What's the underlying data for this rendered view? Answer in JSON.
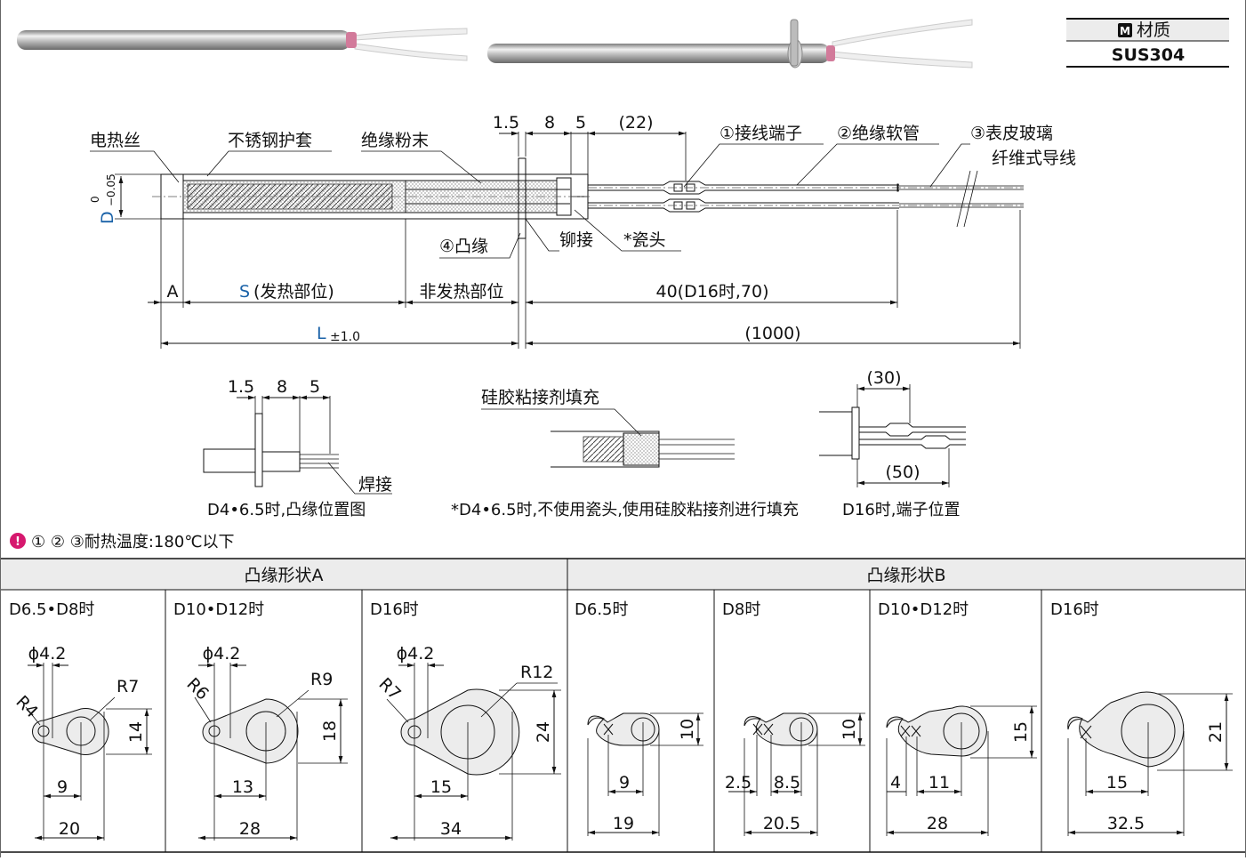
{
  "material_box": {
    "icon": "M",
    "label": "材质",
    "value": "SUS304"
  },
  "main_labels": {
    "heating_wire": "电热丝",
    "sheath": "不锈钢护套",
    "insulation_powder": "绝缘粉末",
    "terminal": "①接线端子",
    "insulated_tube": "②绝缘软管",
    "lead_wire_1": "③表皮玻璃",
    "lead_wire_2": "纤维式导线",
    "flange": "④凸缘",
    "rivet": "铆接",
    "ceramic_head": "*瓷头"
  },
  "main_dims": {
    "d_top": "1.5",
    "d_8": "8",
    "d_5": "5",
    "d_22": "(22)",
    "tol_upper": "0",
    "tol_lower": "−0.05",
    "d_label": "D",
    "a_label": "A",
    "s_letter": "S",
    "s_text": "(发热部位)",
    "non_heating": "非发热部位",
    "d_40": "40(D16时,70)",
    "l_letter": "L",
    "l_tol": "±1.0",
    "d_1000": "(1000)"
  },
  "sub_diagrams": {
    "flange_pos": {
      "d1": "1.5",
      "d2": "8",
      "d3": "5",
      "weld": "焊接",
      "caption": "D4•6.5时,凸缘位置图"
    },
    "silicone": {
      "title": "硅胶粘接剂填充",
      "caption": "*D4•6.5时,不使用瓷头,使用硅胶粘接剂进行填充"
    },
    "terminal_pos": {
      "d30": "(30)",
      "d50": "(50)",
      "caption": "D16时,端子位置"
    }
  },
  "note": {
    "icon": "warning-icon",
    "text": "① ② ③耐热温度:180℃以下"
  },
  "table": {
    "group_a": "凸缘形状A",
    "group_b": "凸缘形状B",
    "cells": [
      {
        "title": "D6.5•D8时",
        "dims": [
          "ϕ4.2",
          "R4",
          "R7",
          "14",
          "9",
          "20"
        ]
      },
      {
        "title": "D10•D12时",
        "dims": [
          "ϕ4.2",
          "R6",
          "R9",
          "18",
          "13",
          "28"
        ]
      },
      {
        "title": "D16时",
        "dims": [
          "ϕ4.2",
          "R7",
          "R12",
          "24",
          "15",
          "34"
        ]
      },
      {
        "title": "D6.5时",
        "dims": [
          "10",
          "9",
          "19"
        ]
      },
      {
        "title": "D8时",
        "dims": [
          "10",
          "2.5",
          "8.5",
          "20.5"
        ]
      },
      {
        "title": "D10•D12时",
        "dims": [
          "15",
          "4",
          "11",
          "28"
        ]
      },
      {
        "title": "D16时",
        "dims": [
          "21",
          "15",
          "32.5"
        ]
      }
    ]
  },
  "colors": {
    "dim_blue": "#1a62a8",
    "header_bg": "#ececec",
    "warn_pink": "#d6186e"
  }
}
